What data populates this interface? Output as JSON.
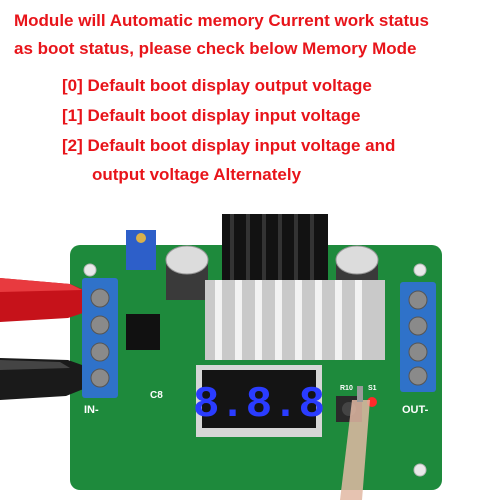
{
  "caption": {
    "line1": "Module will Automatic memory Current work status",
    "line2": "as boot status, please check below Memory Mode",
    "line3": "[0] Default boot display output voltage",
    "line4": "[1] Default boot display input voltage",
    "line5": "[2] Default boot display input voltage and",
    "line6": "output voltage Alternately",
    "color": "#e8141a"
  },
  "board": {
    "label_in": "IN-",
    "label_out": "OUT-",
    "label_c8": "C8",
    "label_r10": "R10",
    "label_s1": "S1",
    "display_value": "8.8.8",
    "display_color": "#2a3cff",
    "pcb_color": "#1e8a3c"
  }
}
